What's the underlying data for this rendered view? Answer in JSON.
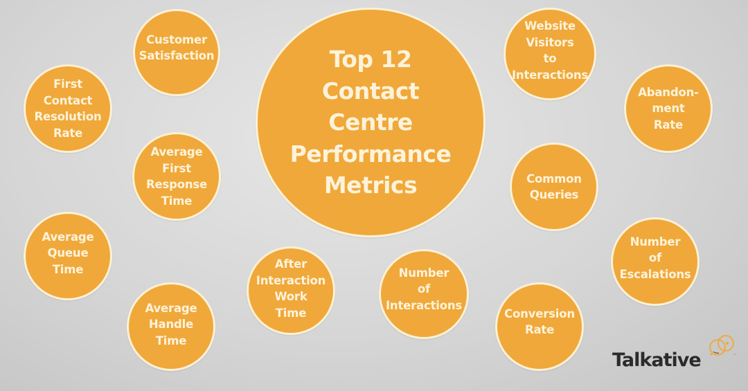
{
  "title": "Top 12\nContact\nCentre\nPerformance\nMetrics",
  "colors": {
    "bubble_fill": "#f0a83a",
    "bubble_border": "#fbf1d6",
    "text": "#fdf3da",
    "background": "#d6d6d6",
    "logo_text": "#2b2b2b"
  },
  "metrics": [
    {
      "label": "Customer\nSatisfaction"
    },
    {
      "label": "First\nContact\nResolution\nRate"
    },
    {
      "label": "Average\nFirst\nResponse\nTime"
    },
    {
      "label": "Average\nQueue\nTime"
    },
    {
      "label": "Average\nHandle\nTime"
    },
    {
      "label": "After\nInteraction\nWork\nTime"
    },
    {
      "label": "Number\nof\nInteractions"
    },
    {
      "label": "Website\nVisitors\nto\nInteractions"
    },
    {
      "label": "Abandon-\nment\nRate"
    },
    {
      "label": "Common\nQueries"
    },
    {
      "label": "Number\nof\nEscalations"
    },
    {
      "label": "Conversion\nRate"
    }
  ],
  "logo": {
    "text": "Talkative",
    "icon": "speech-bubbles-icon"
  }
}
